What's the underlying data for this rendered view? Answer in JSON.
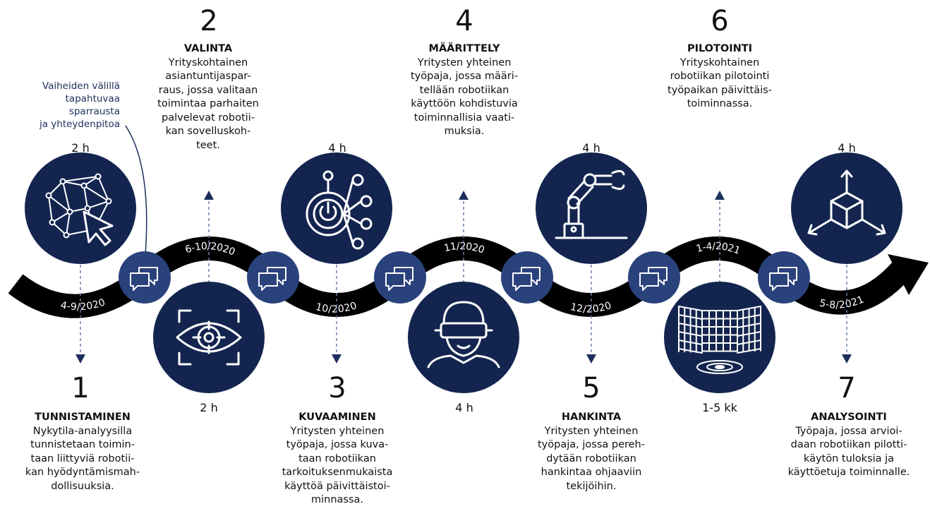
{
  "colors": {
    "navy": "#13254f",
    "bubble": "#2a427c",
    "band": "#000000",
    "arrow_line": "#6a7ea8",
    "arrow_head": "#1c2e5b",
    "note": "#1c2e5b"
  },
  "note": "Vaiheiden välillä\ntapahtuvaa sparrausta\nja yhteydenpitoa",
  "phases": [
    {
      "number": "1",
      "title": "TUNNISTAMINEN",
      "desc": "Nykytila-analyysilla\ntunnistetaan toimin-\ntaan liittyviä robotii-\nkan hyödyntämismah-\ndollisuuksia.",
      "duration": "2 h",
      "period": "4-9/2020",
      "icon": "network-cursor-icon"
    },
    {
      "number": "2",
      "title": "VALINTA",
      "desc": "Yrityskohtainen\nasiantuntijaspar-\nraus, jossa valitaan\ntoimintaa parhaiten\npalvelevat robotii-\nkan sovelluskoh-\nteet.",
      "duration": "2 h",
      "period": "6-10/2020",
      "icon": "eye-target-icon"
    },
    {
      "number": "3",
      "title": "KUVAAMINEN",
      "desc": "Yritysten yhteinen\ntyöpaja, jossa kuva-\ntaan robotiikan\ntarkoituksenmukaista\nkäyttöä päivittäistoi-\nminnassa.",
      "duration": "4 h",
      "period": "10/2020",
      "icon": "power-network-icon"
    },
    {
      "number": "4",
      "title": "MÄÄRITTELY",
      "desc": "Yritysten yhteinen\ntyöpaja, jossa määri-\ntellään robotiikan\nkäyttöön kohdistuvia\ntoiminnallisia vaati-\nmuksia.",
      "duration": "4 h",
      "period": "11/2020",
      "icon": "vr-headset-icon"
    },
    {
      "number": "5",
      "title": "HANKINTA",
      "desc": "Yritysten yhteinen\ntyöpaja, jossa pereh-\ndytään robotiikan\nhankintaa ohjaaviin\ntekijöihin.",
      "duration": "4 h",
      "period": "12/2020",
      "icon": "robot-arm-icon"
    },
    {
      "number": "6",
      "title": "PILOTOINTI",
      "desc": "Yrityskohtainen\nrobotiikan pilotointi\ntyöpaikan päivittäis-\ntoiminnassa.",
      "duration": "1-5 kk",
      "period": "1-4/2021",
      "icon": "grid-space-icon"
    },
    {
      "number": "7",
      "title": "ANALYSOINTI",
      "desc": "Työpaja, jossa arvioi-\ndaan robotiikan pilotti-\nkäytön tuloksia ja\nkäyttöetuja toiminnalle.",
      "duration": "4 h",
      "period": "5-8/2021",
      "icon": "cube-axes-icon"
    }
  ]
}
